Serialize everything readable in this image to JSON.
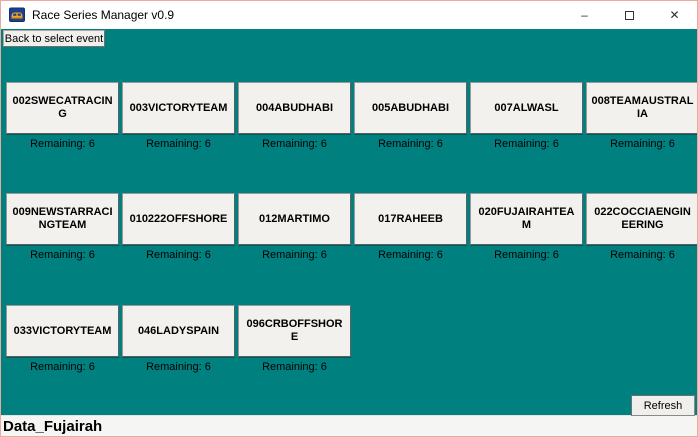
{
  "window": {
    "title": "Race Series Manager v0.9",
    "controls": {
      "minimize": "–",
      "close": "✕"
    }
  },
  "toolbar": {
    "back_label": "Back to select event"
  },
  "footer": {
    "refresh_label": "Refresh",
    "status_text": "Data_Fujairah"
  },
  "teams": [
    {
      "name": "002SWECATRACING",
      "remaining": "Remaining: 6"
    },
    {
      "name": "003VICTORYTEAM",
      "remaining": "Remaining: 6"
    },
    {
      "name": "004ABUDHABI",
      "remaining": "Remaining: 6"
    },
    {
      "name": "005ABUDHABI",
      "remaining": "Remaining: 6"
    },
    {
      "name": "007ALWASL",
      "remaining": "Remaining: 6"
    },
    {
      "name": "008TEAMAUSTRALIA",
      "remaining": "Remaining: 6"
    },
    {
      "name": "009NEWSTARRACINGTEAM",
      "remaining": "Remaining: 6"
    },
    {
      "name": "010222OFFSHORE",
      "remaining": "Remaining: 6"
    },
    {
      "name": "012MARTIMO",
      "remaining": "Remaining: 6"
    },
    {
      "name": "017RAHEEB",
      "remaining": "Remaining: 6"
    },
    {
      "name": "020FUJAIRAHTEAM",
      "remaining": "Remaining: 6"
    },
    {
      "name": "022COCCIAENGINEERING",
      "remaining": "Remaining: 6"
    },
    {
      "name": "033VICTORYTEAM",
      "remaining": "Remaining: 6"
    },
    {
      "name": "046LADYSPAIN",
      "remaining": "Remaining: 6"
    },
    {
      "name": "096CRBOFFSHORE",
      "remaining": "Remaining: 6"
    }
  ],
  "layout": {
    "teams_per_row": 6
  },
  "colors": {
    "client_background": "#018080",
    "titlebar_background": "#ffffff",
    "button_background": "#f2f1ee",
    "window_border": "#ebab9b",
    "statusbar_background": "#f5f5f4",
    "icon_navy": "#1d3f8f",
    "icon_yellow": "#f0a81c"
  }
}
